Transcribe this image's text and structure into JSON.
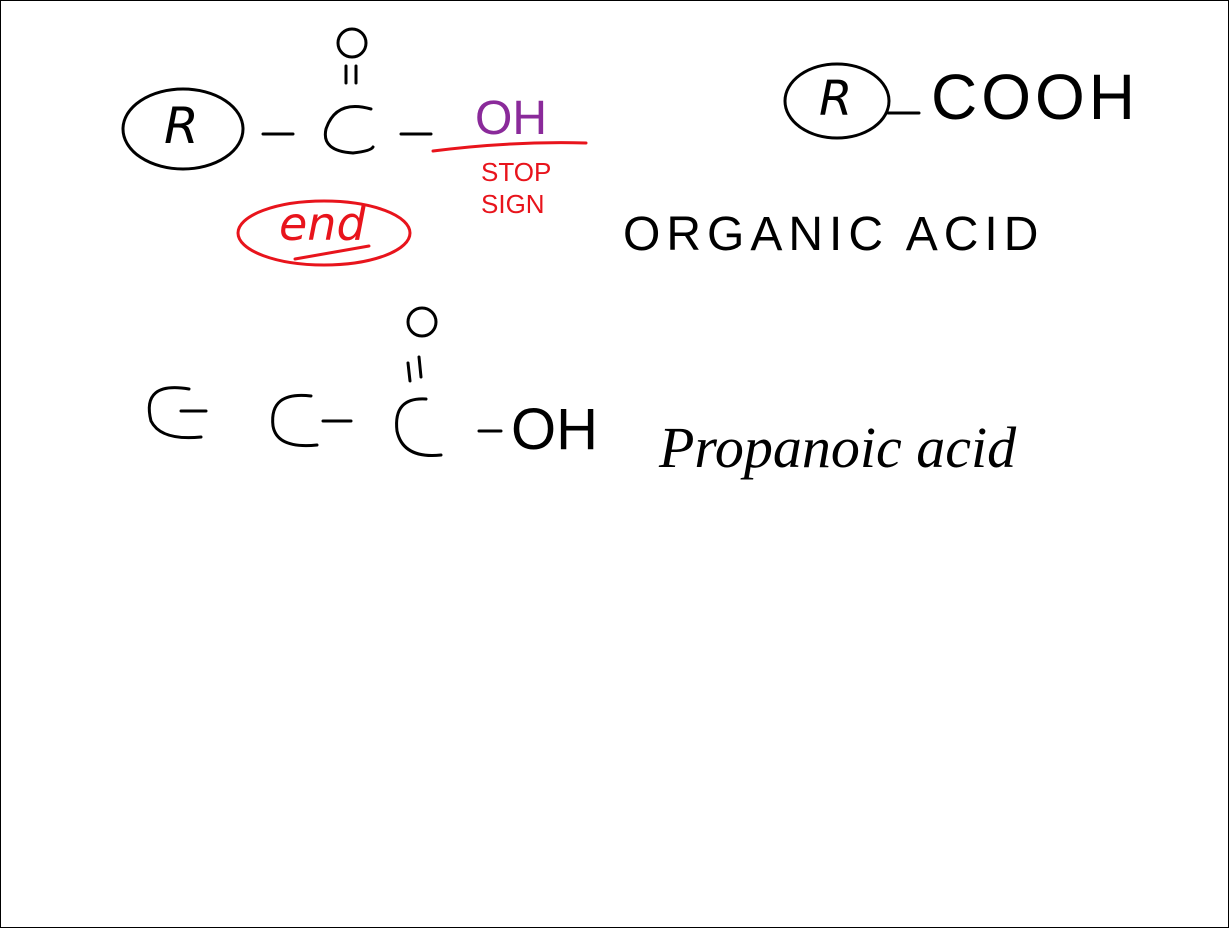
{
  "board": {
    "ink_color": "#000000",
    "accent_red": "#e8141c",
    "accent_purple": "#8a2a9a"
  },
  "formula_general": {
    "r_label": "R",
    "carbon": "C",
    "oxygen_top": "O",
    "hydroxyl": "OH",
    "end_label": "end",
    "stop_sign_line1": "STOP",
    "stop_sign_line2": "SIGN"
  },
  "formula_short": {
    "r_label": "R",
    "group": "COOH"
  },
  "category_label": "ORGANIC ACID",
  "example": {
    "carbons": [
      "C",
      "C",
      "C"
    ],
    "oxygen_top": "O",
    "hydroxyl": "OH",
    "name": "Propanoic acid"
  }
}
